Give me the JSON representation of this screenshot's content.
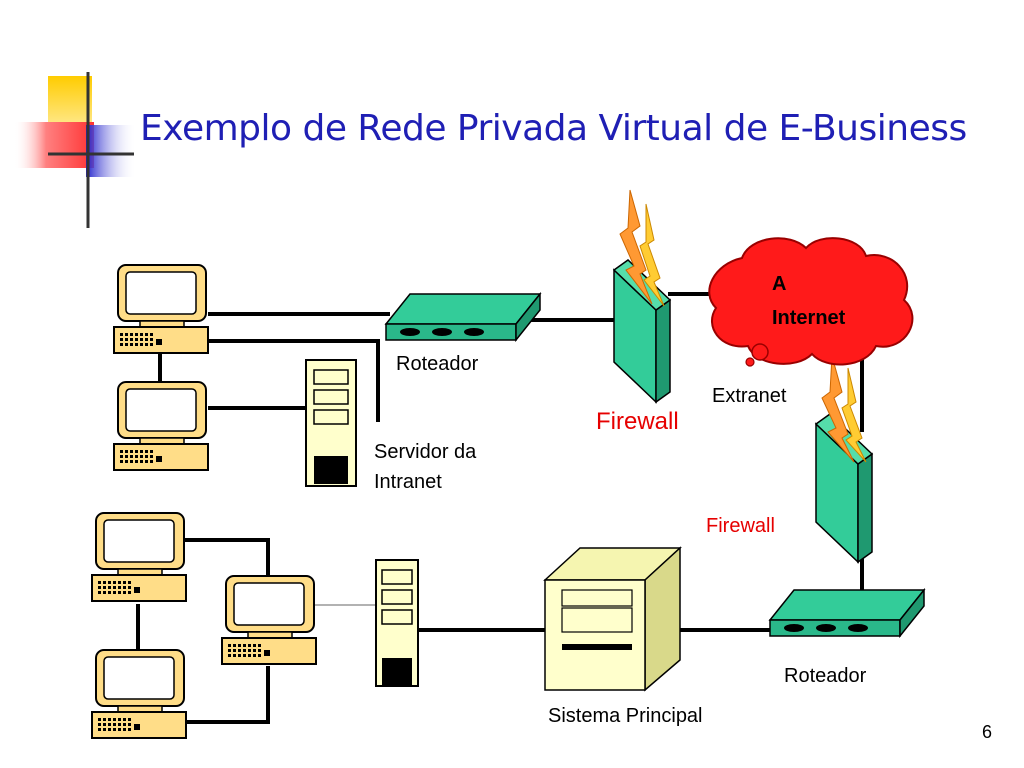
{
  "slide": {
    "title": "Exemplo de Rede Privada Virtual de E-Business",
    "page_number": "6"
  },
  "labels": {
    "router_top": "Roteador",
    "intranet_server_line1": "Servidor da",
    "intranet_server_line2": "Intranet",
    "firewall_top": "Firewall",
    "internet_line1": "A",
    "internet_line2": "Internet",
    "extranet": "Extranet",
    "firewall_right": "Firewall",
    "router_bottom": "Roteador",
    "main_system": "Sistema Principal"
  },
  "colors": {
    "title": "#1f1fb4",
    "firewall_label": "#e60000",
    "internet_cloud": "#ff1a1a",
    "device_teal": "#33cc99",
    "computer_body": "#ffdd88",
    "server_body": "#ffffcc"
  }
}
